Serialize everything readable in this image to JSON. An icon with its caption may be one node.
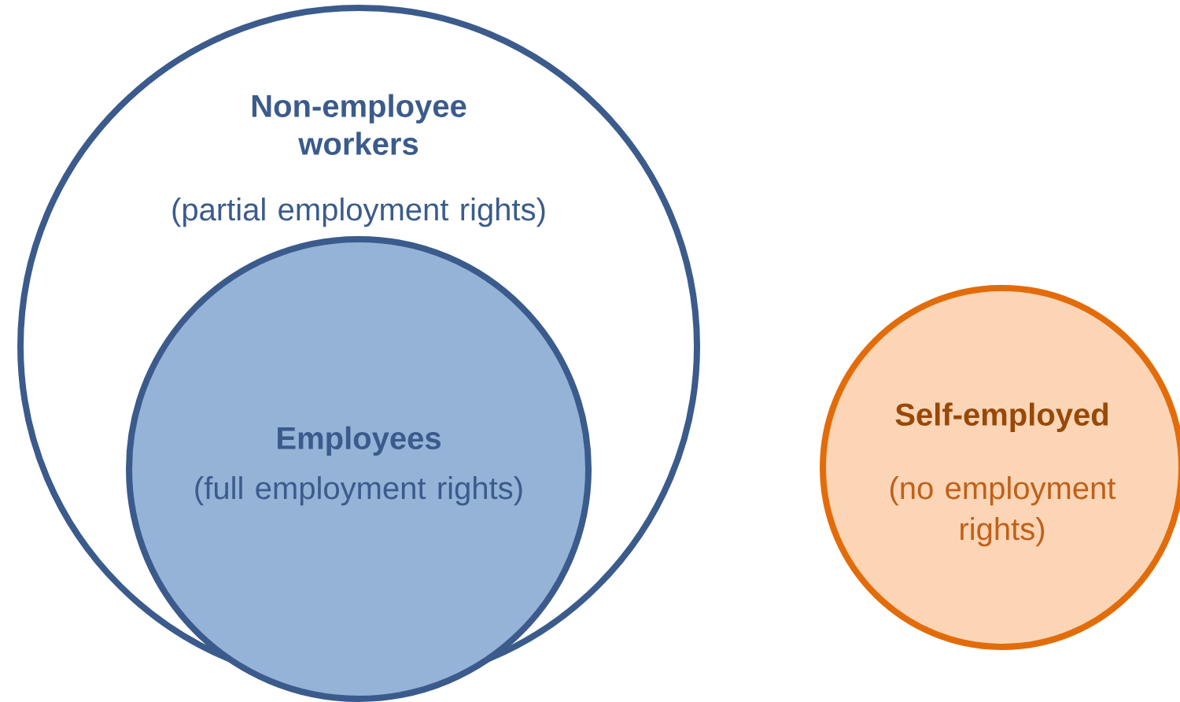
{
  "diagram": {
    "nodes": [
      {
        "text": [
          "Non-employee workers",
          "(partial employment rights)"
        ]
      },
      {
        "text": [
          "Employees",
          "(full employment rights)"
        ],
        "in": 0
      },
      {
        "text": [
          "Self-employed",
          "(no employment rights)"
        ]
      }
    ]
  }
}
